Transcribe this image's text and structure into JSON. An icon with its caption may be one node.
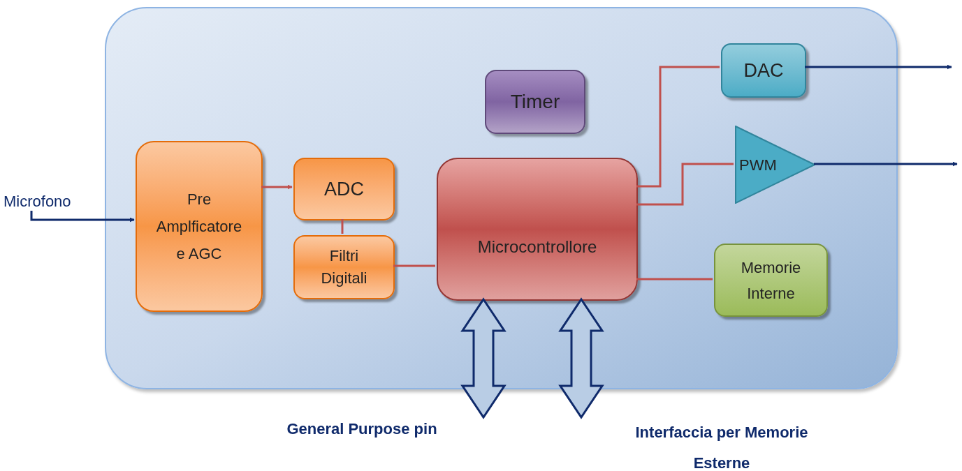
{
  "diagram": {
    "nodes": [
      {
        "text": [],
        "shape": "box"
      },
      {
        "text": [
          "Microfono"
        ]
      },
      {
        "text": [
          "Pre Amplficatore e AGC"
        ],
        "in": 0
      },
      {
        "text": [
          "ADC"
        ],
        "in": 0
      },
      {
        "text": [
          "Filtri Digitali"
        ],
        "in": 0
      },
      {
        "text": [
          "Timer"
        ],
        "in": 0
      },
      {
        "text": [
          "Microcontrollore"
        ],
        "in": 0
      },
      {
        "text": [
          "DAC"
        ],
        "in": 0
      },
      {
        "text": [
          "PWM"
        ],
        "in": 0
      },
      {
        "text": [
          "Memorie Interne"
        ],
        "in": 0
      },
      {
        "text": [
          "General Purpose pin"
        ]
      },
      {
        "text": [
          "Interfaccia per Memorie Esterne"
        ]
      }
    ],
    "edges": [
      {
        "from": 1,
        "to": 2,
        "arrow": "to",
        "color": "#0f2a6b"
      },
      {
        "from": 2,
        "to": 3,
        "arrow": "to"
      },
      {
        "from": 3,
        "to": 4,
        "arrow": "none"
      },
      {
        "from": 4,
        "to": 6,
        "arrow": "none"
      },
      {
        "from": 6,
        "to": 7,
        "arrow": "none"
      },
      {
        "from": 6,
        "to": 8,
        "arrow": "none"
      },
      {
        "from": 6,
        "to": 9,
        "arrow": "none"
      },
      {
        "from": 7,
        "to": null,
        "arrow": "to",
        "color": "#0f2a6b"
      },
      {
        "from": 8,
        "to": null,
        "arrow": "to",
        "color": "#0f2a6b"
      },
      {
        "from": 6,
        "to": 10,
        "arrow": "both",
        "style": "thick",
        "color": "#0f2a6b"
      },
      {
        "from": 6,
        "to": 11,
        "arrow": "both",
        "style": "thick",
        "color": "#0f2a6b"
      }
    ]
  }
}
